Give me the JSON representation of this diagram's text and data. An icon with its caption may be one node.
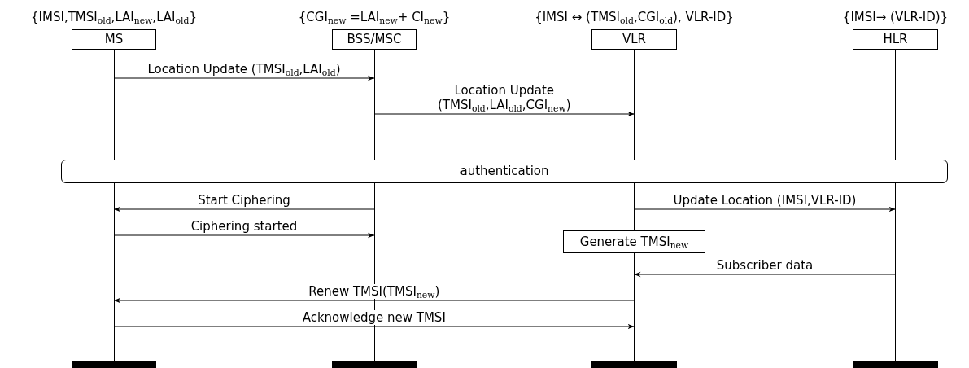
{
  "diagram": {
    "nodes": [
      {
        "text": [
          "MS"
        ],
        "beside": [
          "{IMSI,TMSI$_{old}$,LAI$_{new}$,LAI$_{old}$}"
        ]
      },
      {
        "text": [
          "BSS/MSC"
        ],
        "beside": [
          "{CGI$_{new}$ =LAI$_{new}$+ CI$_{new}$}"
        ]
      },
      {
        "text": [
          "VLR"
        ],
        "beside": [
          "{IMSI ↔ (TMSI$_{old}$,CGI$_{old}$), VLR-ID}"
        ]
      },
      {
        "text": [
          "HLR"
        ],
        "beside": [
          "{IMSI→ (VLR-ID)}"
        ]
      },
      {
        "text": [
          "authentication"
        ]
      },
      {
        "text": [
          "Generate TMSI$_{new}$"
        ]
      },
      {
        "text": [],
        "shape": "bar"
      },
      {
        "text": [],
        "shape": "bar"
      },
      {
        "text": [],
        "shape": "bar"
      },
      {
        "text": [],
        "shape": "bar"
      },
      {
        "text": [],
        "shape": "line"
      },
      {
        "text": [],
        "shape": "line"
      },
      {
        "text": [],
        "shape": "line"
      },
      {
        "text": [],
        "shape": "line"
      },
      {
        "text": [],
        "shape": "line"
      },
      {
        "text": [],
        "shape": "line"
      },
      {
        "text": [],
        "shape": "line"
      },
      {
        "text": [],
        "shape": "line"
      },
      {
        "text": [],
        "shape": "line"
      }
    ],
    "edges": [
      {
        "from": 10,
        "to": 11,
        "arrow": "to",
        "label": "Location Update (TMSI$_{old}$,LAI$_{old}$)"
      },
      {
        "from": 11,
        "to": 12,
        "arrow": "to",
        "label": "Location Update (TMSI$_{old}$,LAI$_{old}$,CGI$_{new}$)"
      },
      {
        "from": 15,
        "to": 14,
        "arrow": "to",
        "label": "Start Ciphering"
      },
      {
        "from": 16,
        "to": 17,
        "arrow": "to",
        "label": "Update Location (IMSI,VLR-ID)"
      },
      {
        "from": 14,
        "to": 15,
        "arrow": "to",
        "label": "Ciphering started"
      },
      {
        "from": 17,
        "to": 18,
        "arrow": "to",
        "label": "Subscriber data"
      },
      {
        "from": 18,
        "to": 14,
        "arrow": "to",
        "label": "Renew TMSI(TMSI$_{new}$)"
      },
      {
        "from": 14,
        "to": 18,
        "arrow": "to",
        "label": "Acknowledge new TMSI"
      }
    ]
  }
}
